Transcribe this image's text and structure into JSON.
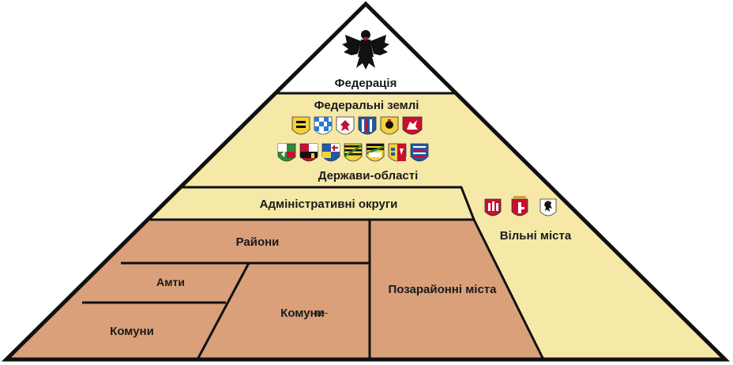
{
  "levels": {
    "federation": "Федерація",
    "federal_states": "Федеральні землі",
    "states_regions": "Держави-області",
    "admin_districts": "Адміністративні округи",
    "districts": "Райони",
    "amty": "Амти",
    "communes_left": "Комуни",
    "communes_mid": "Комуни",
    "district_free_cities": "Позарайонні міста",
    "free_cities": "Вільні міста"
  },
  "stray_text": "то-",
  "colors": {
    "federation_fill": "#ffffff",
    "states_fill": "#f6e9a8",
    "lower_fill": "#d9a07a",
    "outline": "#111111"
  },
  "coat_of_arms": {
    "federation": "german-eagle",
    "row1": [
      "baden-wuerttemberg",
      "bavaria",
      "brandenburg",
      "hesse",
      "mecklenburg",
      "lower-saxony"
    ],
    "row2": [
      "north-rhine-westphalia",
      "rhineland-palatinate",
      "saarland",
      "saxony",
      "saxony-anhalt",
      "schleswig-holstein",
      "thuringia"
    ],
    "free_cities": [
      "hamburg",
      "bremen",
      "berlin"
    ]
  }
}
